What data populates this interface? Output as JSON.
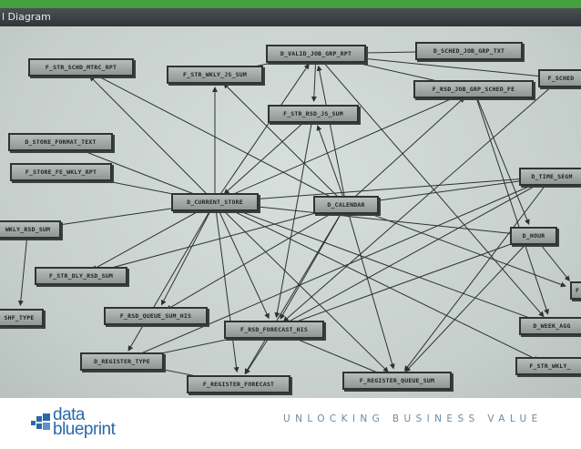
{
  "window": {
    "title": "l Diagram"
  },
  "diagram": {
    "nodes": [
      {
        "id": "n1",
        "label": "D_VALID_JOB_GRP_RPT"
      },
      {
        "id": "n2",
        "label": "D_SCHED_JOB_GRP_TXT"
      },
      {
        "id": "n3",
        "label": "F_STR_SCHD_MTRC_RPT"
      },
      {
        "id": "n4",
        "label": "F_STR_WKLY_JS_SUM"
      },
      {
        "id": "n5",
        "label": "F_RSD_JOB_GRP_SCHED_FE"
      },
      {
        "id": "n6",
        "label": "F_SCHED"
      },
      {
        "id": "n7",
        "label": "F_STR_RSD_JS_SUM"
      },
      {
        "id": "n8",
        "label": "D_STORE_FORMAT_TEXT"
      },
      {
        "id": "n9",
        "label": "F_STORE_FE_WKLY_RPT"
      },
      {
        "id": "n10",
        "label": "D_TIME_SEGM"
      },
      {
        "id": "n11",
        "label": "D_CURRENT_STORE"
      },
      {
        "id": "n12",
        "label": "D_CALENDAR"
      },
      {
        "id": "n13",
        "label": "WKLY_RSD_SUM"
      },
      {
        "id": "n14",
        "label": "D_HOUR"
      },
      {
        "id": "n15",
        "label": "F_STR_DLY_RSD_SUM"
      },
      {
        "id": "n16",
        "label": "F_RSD_QUEUE_SUM_HIS"
      },
      {
        "id": "n17",
        "label": "F_RSD_FORECAST_HIS"
      },
      {
        "id": "n18",
        "label": "D_WEEK_AGG"
      },
      {
        "id": "n19",
        "label": "D_REGISTER_TYPE"
      },
      {
        "id": "n20",
        "label": "F_REGISTER_FORECAST"
      },
      {
        "id": "n21",
        "label": "F_REGISTER_QUEUE_SUM"
      },
      {
        "id": "n22",
        "label": "F_STR_WKLY_"
      },
      {
        "id": "n23",
        "label": "SHF_TYPE"
      },
      {
        "id": "n24",
        "label": "F"
      }
    ],
    "edges": [
      [
        "n11",
        "n3"
      ],
      [
        "n11",
        "n4"
      ],
      [
        "n11",
        "n1"
      ],
      [
        "n11",
        "n5"
      ],
      [
        "n11",
        "n8"
      ],
      [
        "n11",
        "n9"
      ],
      [
        "n11",
        "n13"
      ],
      [
        "n11",
        "n15"
      ],
      [
        "n11",
        "n16"
      ],
      [
        "n11",
        "n17"
      ],
      [
        "n11",
        "n20"
      ],
      [
        "n11",
        "n21"
      ],
      [
        "n11",
        "n10"
      ],
      [
        "n11",
        "n14"
      ],
      [
        "n11",
        "n19"
      ],
      [
        "n11",
        "n22"
      ],
      [
        "n11",
        "n18"
      ],
      [
        "n12",
        "n1"
      ],
      [
        "n12",
        "n7"
      ],
      [
        "n12",
        "n5"
      ],
      [
        "n12",
        "n10"
      ],
      [
        "n12",
        "n15"
      ],
      [
        "n12",
        "n17"
      ],
      [
        "n12",
        "n20"
      ],
      [
        "n12",
        "n21"
      ],
      [
        "n12",
        "n4"
      ],
      [
        "n12",
        "n3"
      ],
      [
        "n12",
        "n24"
      ],
      [
        "n12",
        "n16"
      ],
      [
        "n1",
        "n2"
      ],
      [
        "n1",
        "n5"
      ],
      [
        "n1",
        "n7"
      ],
      [
        "n1",
        "n4"
      ],
      [
        "n1",
        "n6"
      ],
      [
        "n1",
        "n18"
      ],
      [
        "n5",
        "n14"
      ],
      [
        "n5",
        "n18"
      ],
      [
        "n10",
        "n17"
      ],
      [
        "n10",
        "n21"
      ],
      [
        "n10",
        "n19"
      ],
      [
        "n14",
        "n17"
      ],
      [
        "n14",
        "n21"
      ],
      [
        "n14",
        "n24"
      ],
      [
        "n17",
        "n19"
      ],
      [
        "n17",
        "n20"
      ],
      [
        "n17",
        "n21"
      ],
      [
        "n7",
        "n17"
      ],
      [
        "n7",
        "n11"
      ],
      [
        "n13",
        "n23"
      ],
      [
        "n19",
        "n20"
      ],
      [
        "n6",
        "n17"
      ]
    ]
  },
  "footer": {
    "logo_line1": "data",
    "logo_line2": "blueprint",
    "tagline": "UNLOCKING BUSINESS VALUE",
    "brand_color": "#2a69a8",
    "accent_color": "#45a13f"
  }
}
